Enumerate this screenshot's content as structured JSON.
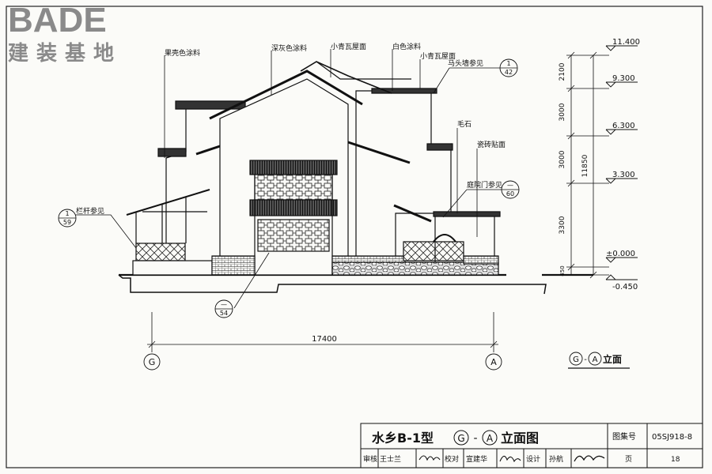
{
  "logo": {
    "brand": "BADE",
    "tagline": "建装基地"
  },
  "annotations": {
    "fruit_shell": "果壳色涂料",
    "dark_gray": "深灰色涂料",
    "small_tile_roof_1": "小青瓦屋面",
    "white_paint": "白色涂料",
    "small_tile_roof_2": "小青瓦屋面",
    "horse_head_wall": "马头墙参见",
    "rubble": "毛石",
    "tile_facing": "瓷砖贴面",
    "courtyard_gate": "庭院门参见",
    "railing": "栏杆参见"
  },
  "detail_refs": {
    "r1": {
      "top": "1",
      "bottom": "42"
    },
    "r2": {
      "top": "—",
      "bottom": "60"
    },
    "r3": {
      "top": "1",
      "bottom": "59"
    },
    "r4": {
      "top": "—",
      "bottom": "54"
    }
  },
  "levels": [
    "11.400",
    "9.300",
    "6.300",
    "3.300",
    "±0.000",
    "-0.450"
  ],
  "vertical_dims": [
    "2100",
    "3000",
    "3000",
    "3300",
    "450"
  ],
  "total_height": "11850",
  "width_dim": "17400",
  "axes": {
    "left": "G",
    "right": "A"
  },
  "view_label": {
    "left": "G",
    "sep": "-",
    "right": "A",
    "suffix": "立面"
  },
  "title_block": {
    "title_prefix": "水乡B-1型",
    "title_g": "G",
    "title_dash": "-",
    "title_a": "A",
    "title_suffix": "立面图",
    "atlas_label": "图集号",
    "atlas_no": "05SJ918-8",
    "review_label": "审核",
    "reviewer": "王士兰",
    "check_label": "校对",
    "checker": "宣建华",
    "design_label": "设计",
    "designer": "孙航",
    "page_label": "页",
    "page_no": "18"
  }
}
